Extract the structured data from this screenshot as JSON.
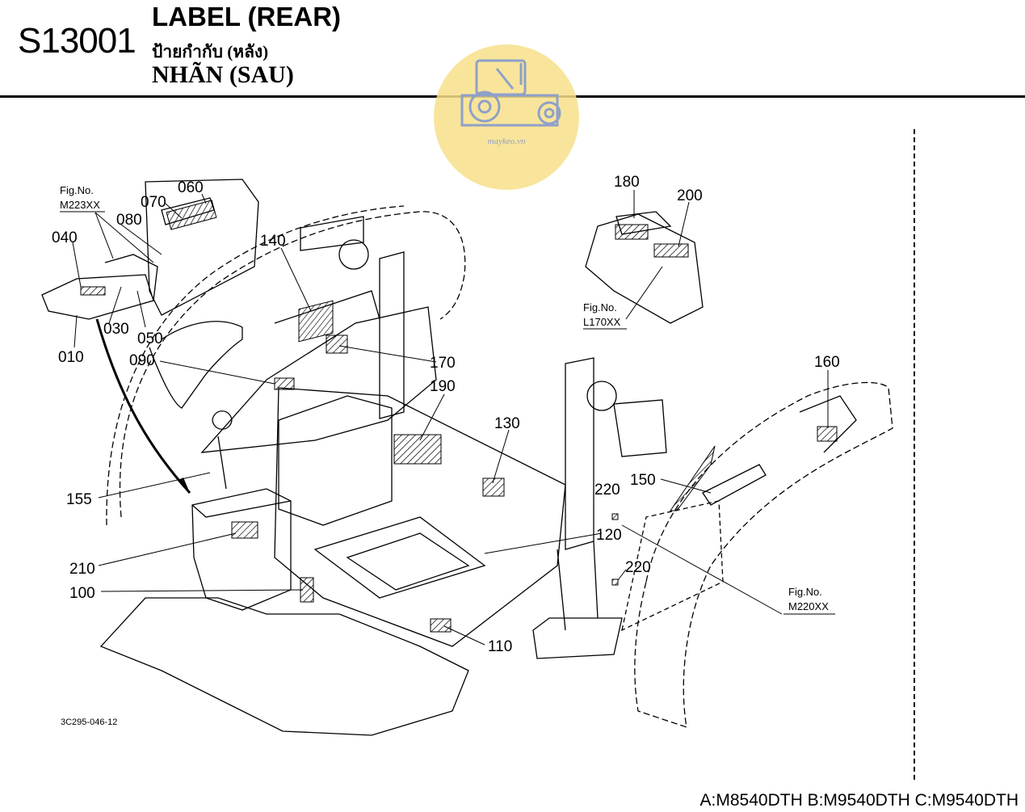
{
  "header": {
    "code": "S13001",
    "title_en": "LABEL (REAR)",
    "title_th": "ป้ายกำกับ (หลัง)",
    "title_vi": "NHÃN (SAU)"
  },
  "watermark": {
    "text": "maykeo.vn",
    "icon": "tractor-icon",
    "color": "#f7e08a"
  },
  "callouts": [
    "010",
    "030",
    "040",
    "050",
    "060",
    "070",
    "080",
    "090",
    "100",
    "110",
    "120",
    "130",
    "140",
    "150",
    "155",
    "160",
    "170",
    "180",
    "190",
    "200",
    "210",
    "220",
    "220"
  ],
  "fig_refs": [
    {
      "label": "Fig.No.",
      "number": "M223XX"
    },
    {
      "label": "Fig.No.",
      "number": "L170XX"
    },
    {
      "label": "Fig.No.",
      "number": "M220XX"
    }
  ],
  "doc_ref": "3C295-046-12",
  "models": "A:M8540DTH B:M9540DTH C:M9540DTH"
}
